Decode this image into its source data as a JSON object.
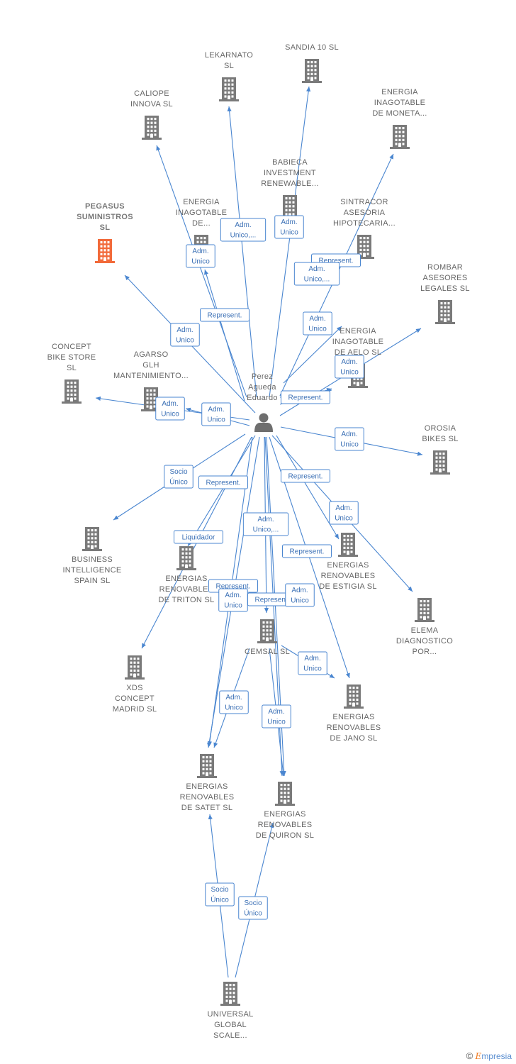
{
  "colors": {
    "edge": "#4a86d0",
    "building": "#7a7a7a",
    "focus": "#f26a3a",
    "person": "#6e6e6e"
  },
  "person": {
    "label": [
      "Perez",
      "Agueda",
      "Eduardo"
    ]
  },
  "companies": [
    {
      "id": "sandia",
      "label": [
        "SANDIA 10  SL"
      ]
    },
    {
      "id": "lekarnato",
      "label": [
        "LEKARNATO",
        "SL"
      ]
    },
    {
      "id": "caliope",
      "label": [
        "CALIOPE",
        "INNOVA SL"
      ]
    },
    {
      "id": "moneta",
      "label": [
        "ENERGIA",
        "INAGOTABLE",
        "DE MONETA..."
      ]
    },
    {
      "id": "babieca",
      "label": [
        "BABIECA",
        "INVESTMENT",
        "RENEWABLE..."
      ]
    },
    {
      "id": "pegasus",
      "label": [
        "PEGASUS",
        "SUMINISTROS",
        "SL"
      ],
      "focus": true
    },
    {
      "id": "inagotable_de",
      "label": [
        "ENERGIA",
        "INAGOTABLE",
        "DE..."
      ]
    },
    {
      "id": "sintracor",
      "label": [
        "SINTRACOR",
        "ASESORIA",
        "HIPOTECARIA..."
      ]
    },
    {
      "id": "rombar",
      "label": [
        "ROMBAR",
        "ASESORES",
        "LEGALES  SL"
      ]
    },
    {
      "id": "aelo",
      "label": [
        "ENERGIA",
        "INAGOTABLE",
        "DE AELO  SL"
      ]
    },
    {
      "id": "concept",
      "label": [
        "CONCEPT",
        "BIKE STORE",
        "SL"
      ]
    },
    {
      "id": "agarso",
      "label": [
        "AGARSO",
        "GLH",
        "MANTENIMIENTO..."
      ]
    },
    {
      "id": "orosia",
      "label": [
        "OROSIA",
        "BIKES  SL"
      ]
    },
    {
      "id": "business",
      "label": [
        "BUSINESS",
        "INTELLIGENCE",
        "SPAIN  SL"
      ]
    },
    {
      "id": "triton",
      "label": [
        "ENERGIAS",
        "RENOVABLES",
        "DE TRITON  SL"
      ]
    },
    {
      "id": "estigia",
      "label": [
        "ENERGIAS",
        "RENOVABLES",
        "DE ESTIGIA  SL"
      ]
    },
    {
      "id": "elema",
      "label": [
        "ELEMA",
        "DIAGNOSTICO",
        "POR..."
      ]
    },
    {
      "id": "cemsal",
      "label": [
        "CEMSAL SL"
      ]
    },
    {
      "id": "xds",
      "label": [
        "XDS",
        "CONCEPT",
        "MADRID  SL"
      ]
    },
    {
      "id": "jano",
      "label": [
        "ENERGIAS",
        "RENOVABLES",
        "DE JANO  SL"
      ]
    },
    {
      "id": "satet",
      "label": [
        "ENERGIAS",
        "RENOVABLES",
        "DE SATET  SL"
      ]
    },
    {
      "id": "quiron",
      "label": [
        "ENERGIAS",
        "RENOVABLES",
        "DE QUIRON  SL"
      ]
    },
    {
      "id": "universal",
      "label": [
        "UNIVERSAL",
        "GLOBAL",
        "SCALE..."
      ]
    }
  ],
  "edges": [
    {
      "from": "person",
      "to": "lekarnato",
      "label": [
        "Adm.",
        "Unico,..."
      ]
    },
    {
      "from": "person",
      "to": "sandia",
      "label": [
        "Adm.",
        "Unico"
      ]
    },
    {
      "from": "person",
      "to": "caliope",
      "label": [
        "Adm.",
        "Unico"
      ]
    },
    {
      "from": "person",
      "to": "moneta",
      "label": [
        "Represent."
      ]
    },
    {
      "from": "person",
      "to": "inagotable_de",
      "label": [
        "Represent."
      ]
    },
    {
      "from": "person",
      "to": "pegasus",
      "label": [
        "Adm.",
        "Unico"
      ]
    },
    {
      "from": "person",
      "to": "sintracor",
      "label": [
        "Adm.",
        "Unico,..."
      ]
    },
    {
      "from": "person",
      "to": "aelo",
      "label": [
        "Adm.",
        "Unico"
      ]
    },
    {
      "from": "person",
      "to": "rombar",
      "label": [
        "Adm.",
        "Unico"
      ]
    },
    {
      "from": "person",
      "to": "agarso",
      "label": [
        "Represent."
      ]
    },
    {
      "from": "person",
      "to": "concept",
      "label": [
        "Adm.",
        "Unico"
      ]
    },
    {
      "from": "person",
      "to": "agarso",
      "label": [
        "Adm.",
        "Unico"
      ]
    },
    {
      "from": "person",
      "to": "orosia",
      "label": [
        "Adm.",
        "Unico"
      ]
    },
    {
      "from": "person",
      "to": "business",
      "label": [
        "Socio",
        "Único"
      ]
    },
    {
      "from": "person",
      "to": "triton",
      "label": [
        "Represent."
      ]
    },
    {
      "from": "person",
      "to": "xds",
      "label": [
        "Liquidador"
      ]
    },
    {
      "from": "person",
      "to": "cemsal",
      "label": [
        "Adm.",
        "Unico,..."
      ]
    },
    {
      "from": "person",
      "to": "estigia",
      "label": [
        "Represent."
      ]
    },
    {
      "from": "person",
      "to": "elema",
      "label": [
        "Adm.",
        "Unico"
      ]
    },
    {
      "from": "person",
      "to": "jano",
      "label": [
        "Represent."
      ]
    },
    {
      "from": "person",
      "to": "satet",
      "label": [
        "Represent."
      ]
    },
    {
      "from": "person",
      "to": "satet",
      "label": [
        "Adm.",
        "Unico"
      ]
    },
    {
      "from": "person",
      "to": "quiron",
      "label": [
        "Represent."
      ]
    },
    {
      "from": "person",
      "to": "quiron",
      "label": [
        "Adm.",
        "Unico"
      ]
    },
    {
      "from": "cemsal",
      "to": "jano",
      "label": [
        "Adm.",
        "Unico"
      ]
    },
    {
      "from": "cemsal",
      "to": "satet",
      "label": [
        "Adm.",
        "Unico"
      ]
    },
    {
      "from": "cemsal",
      "to": "quiron",
      "label": [
        "Adm.",
        "Unico"
      ]
    },
    {
      "from": "universal",
      "to": "satet",
      "label": [
        "Socio",
        "Único"
      ]
    },
    {
      "from": "universal",
      "to": "quiron",
      "label": [
        "Socio",
        "Único"
      ]
    }
  ],
  "brand": {
    "copyright": "©",
    "name_initial": "E",
    "name_rest": "mpresia"
  }
}
